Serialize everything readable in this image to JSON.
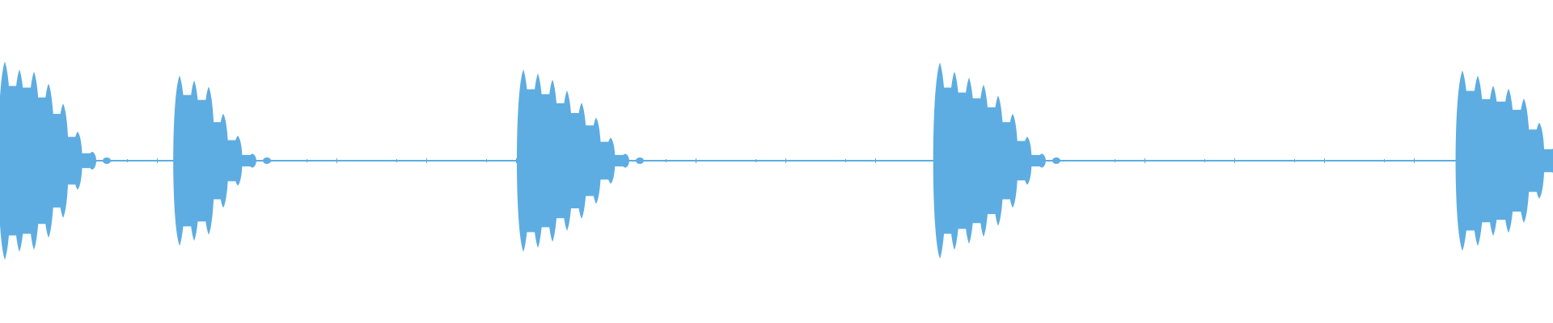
{
  "waveform": {
    "color": "#5dade2",
    "bursts": [
      {
        "peaks": [
          0.99,
          0.91,
          0.89,
          0.77,
          0.57,
          0.29,
          0.09
        ]
      },
      {
        "peaks": [
          0.85,
          0.8,
          0.74,
          0.47,
          0.25,
          0.07
        ]
      },
      {
        "peaks": [
          0.91,
          0.87,
          0.81,
          0.7,
          0.58,
          0.43,
          0.23,
          0.07
        ]
      },
      {
        "peaks": [
          0.98,
          0.89,
          0.83,
          0.76,
          0.65,
          0.47,
          0.24,
          0.07
        ]
      },
      {
        "peaks": [
          0.9,
          0.85,
          0.75,
          0.72,
          0.62,
          0.38,
          0.14
        ]
      }
    ]
  }
}
